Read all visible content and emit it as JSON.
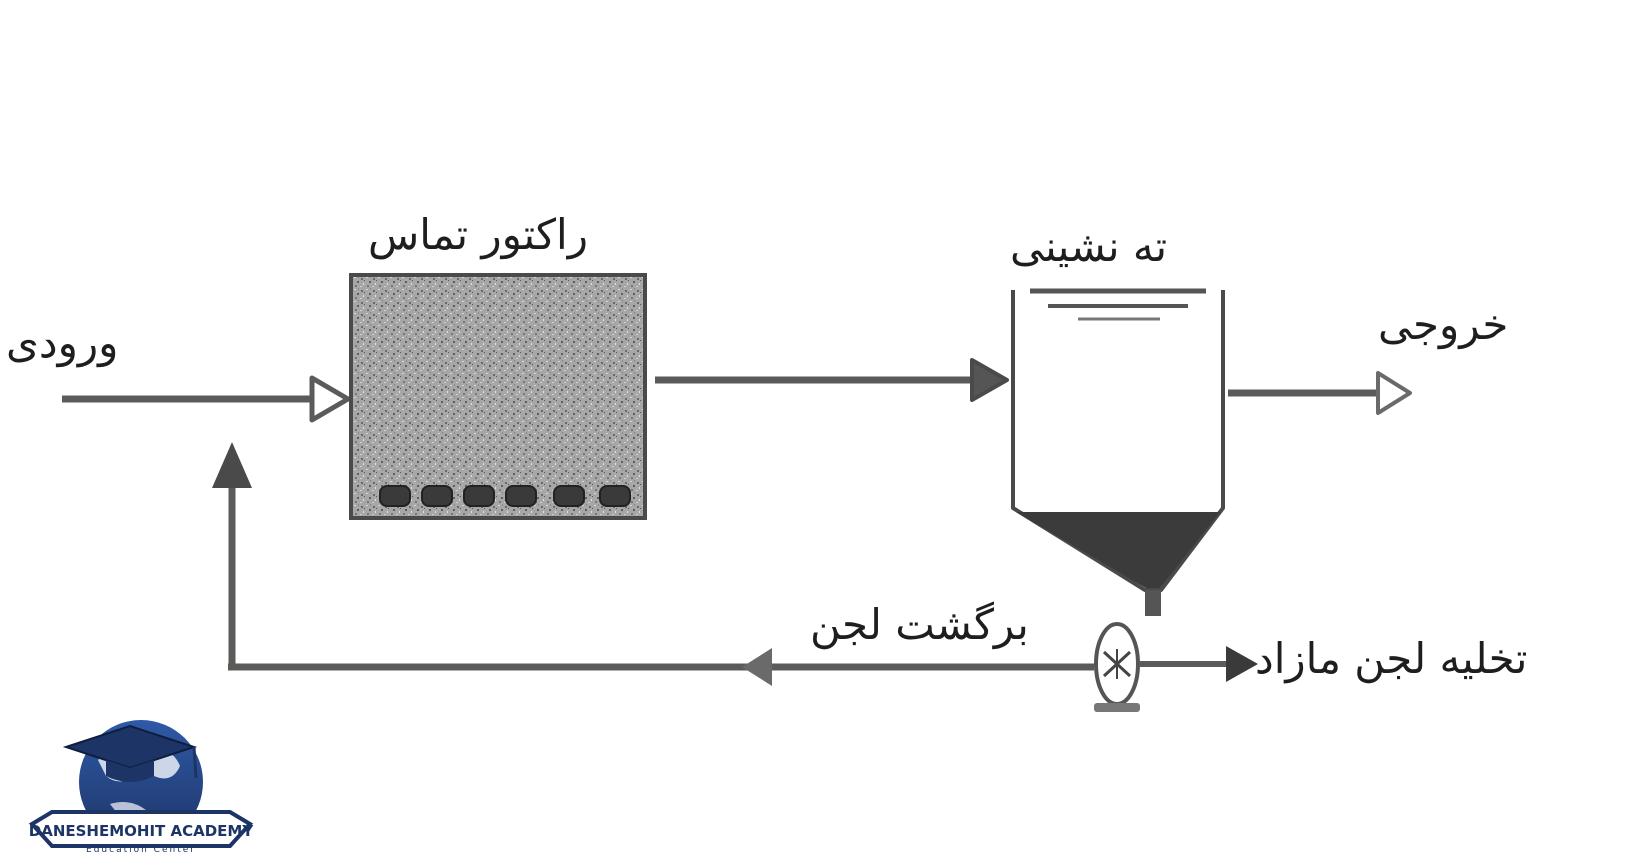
{
  "labels": {
    "inlet": "ورودی",
    "reactor": "راکتور تماس",
    "settler": "ته نشینی",
    "outlet": "خروجی",
    "sludge_return": "برگشت لجن",
    "excess_sludge_waste": "تخلیه لجن مازاد"
  },
  "logo": {
    "name": "DANESHEMOHIT ACADEMY",
    "tagline": "Education Center"
  },
  "colors": {
    "line": "#5b5b59",
    "dark": "#2a2a2a",
    "text": "#1e1e1e",
    "logo_navy": "#1d3466"
  }
}
